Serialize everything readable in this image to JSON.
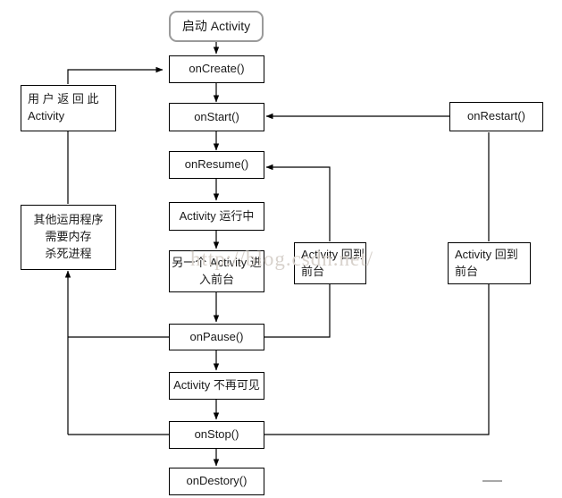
{
  "diagram": {
    "title": "Android Activity Lifecycle",
    "watermark": "http://blog.csdn.net/",
    "colors": {
      "line": "#000000",
      "start_border": "#9a9a9a",
      "box_border": "#000000",
      "background": "#ffffff",
      "watermark": "#d8d2cc"
    },
    "nodes": {
      "start": {
        "label": "启动 Activity"
      },
      "on_create": {
        "label": "onCreate()"
      },
      "on_start": {
        "label": "onStart()"
      },
      "on_resume": {
        "label": "onResume()"
      },
      "activity_running": {
        "label": "Activity 运行中"
      },
      "another_activity": {
        "line1": "另一个 Activity 进",
        "line2": "入前台"
      },
      "on_pause": {
        "label": "onPause()"
      },
      "activity_invisible": {
        "label": "Activity 不再可见"
      },
      "on_stop": {
        "label": "onStop()"
      },
      "on_destroy": {
        "label": "onDestory()"
      },
      "on_restart": {
        "label": "onRestart()"
      },
      "user_returns": {
        "line1": "用 户 返 回 此",
        "line2": "Activity"
      },
      "process_killed": {
        "line1": "其他运用程序",
        "line2": "需要内存",
        "line3": "杀死进程"
      },
      "foreground_mid": {
        "line1": "Activity  回到",
        "line2": "前台"
      },
      "foreground_right": {
        "line1": "Activity  回到",
        "line2": "前台"
      }
    }
  }
}
